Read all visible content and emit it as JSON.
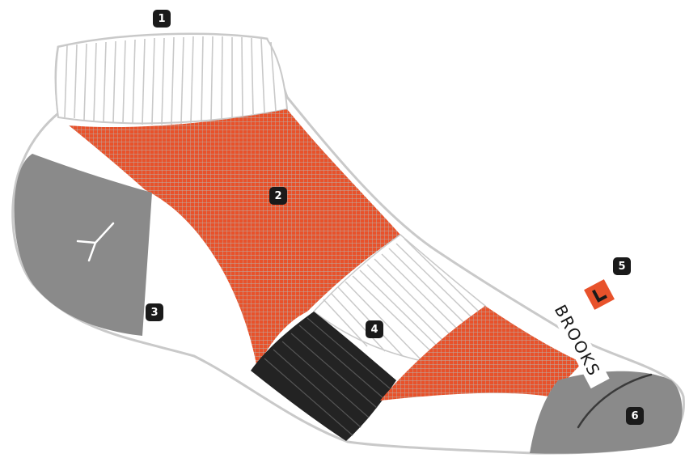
{
  "diagram": {
    "markers": [
      {
        "label": "1"
      },
      {
        "label": "2"
      },
      {
        "label": "3"
      },
      {
        "label": "4"
      },
      {
        "label": "5"
      },
      {
        "label": "6"
      }
    ],
    "brand_text": "BROOKS",
    "colors": {
      "orange_mesh": "#e8522b",
      "mesh_grid": "#b9b0aa",
      "gray": "#8a8a8a",
      "black_band": "#232323",
      "outline": "#c9c9c9",
      "white": "#ffffff"
    }
  }
}
